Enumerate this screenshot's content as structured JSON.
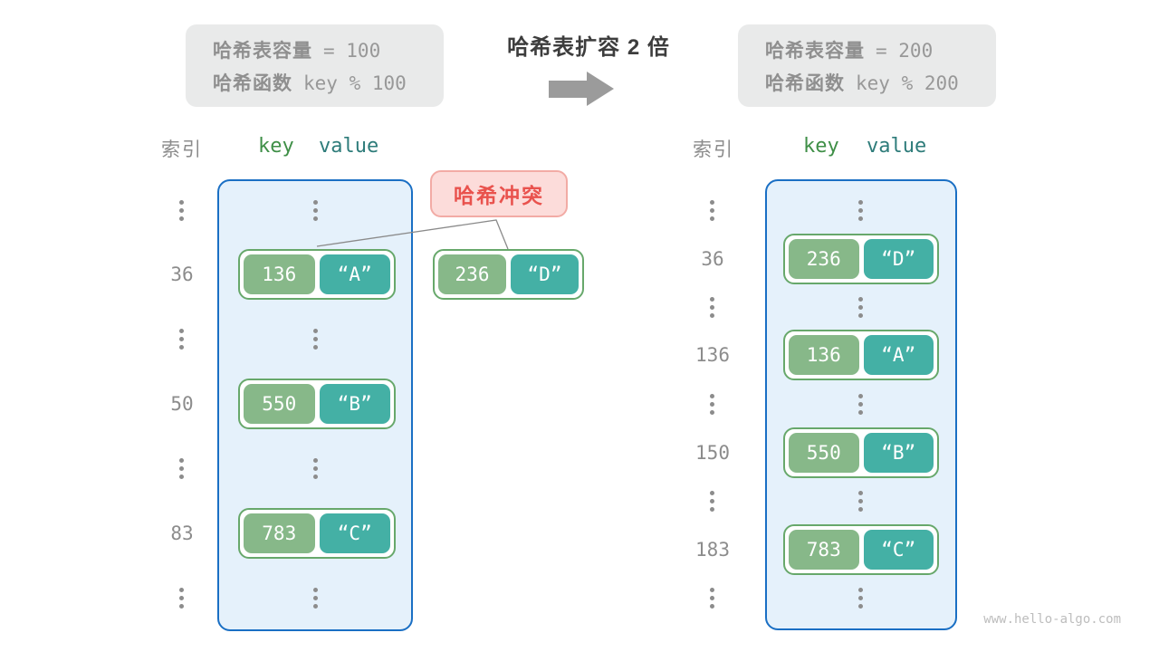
{
  "watermark": "www.hello-algo.com",
  "colors": {
    "key_cell_green": "#87b889",
    "value_cell_teal": "#44b0a5",
    "pair_border_green": "#67a86b",
    "table_bg_blue": "#e5f1fb",
    "table_border_blue": "#1a6fc4",
    "collision_bg_pink": "#fcdcda",
    "collision_text_red": "#e9524d",
    "info_box_gray": "#e9eaea",
    "muted_text_gray": "#8c8c8c"
  },
  "center": {
    "title": "哈希表扩容 2 倍",
    "arrow_icon": "right-arrow"
  },
  "info_before": {
    "line1_label": "哈希表容量",
    "line1_value": "= 100",
    "line2_label": "哈希函数",
    "line2_value": "key % 100"
  },
  "info_after": {
    "line1_label": "哈希表容量",
    "line1_value": "= 200",
    "line2_label": "哈希函数",
    "line2_value": "key % 200"
  },
  "collision": {
    "label": "哈希冲突",
    "pair": {
      "key": "236",
      "value": "“D”"
    }
  },
  "left_table": {
    "header": {
      "index": "索引",
      "key": "key",
      "value": "value"
    },
    "rows": [
      {
        "type": "dots"
      },
      {
        "type": "pair",
        "index": "36",
        "key": "136",
        "value": "“A”"
      },
      {
        "type": "dots"
      },
      {
        "type": "pair",
        "index": "50",
        "key": "550",
        "value": "“B”"
      },
      {
        "type": "dots"
      },
      {
        "type": "pair",
        "index": "83",
        "key": "783",
        "value": "“C”"
      },
      {
        "type": "dots"
      }
    ]
  },
  "right_table": {
    "header": {
      "index": "索引",
      "key": "key",
      "value": "value"
    },
    "rows": [
      {
        "type": "dots"
      },
      {
        "type": "pair",
        "index": "36",
        "key": "236",
        "value": "“D”"
      },
      {
        "type": "dots"
      },
      {
        "type": "pair",
        "index": "136",
        "key": "136",
        "value": "“A”"
      },
      {
        "type": "dots"
      },
      {
        "type": "pair",
        "index": "150",
        "key": "550",
        "value": "“B”"
      },
      {
        "type": "dots"
      },
      {
        "type": "pair",
        "index": "183",
        "key": "783",
        "value": "“C”"
      },
      {
        "type": "dots"
      }
    ]
  }
}
